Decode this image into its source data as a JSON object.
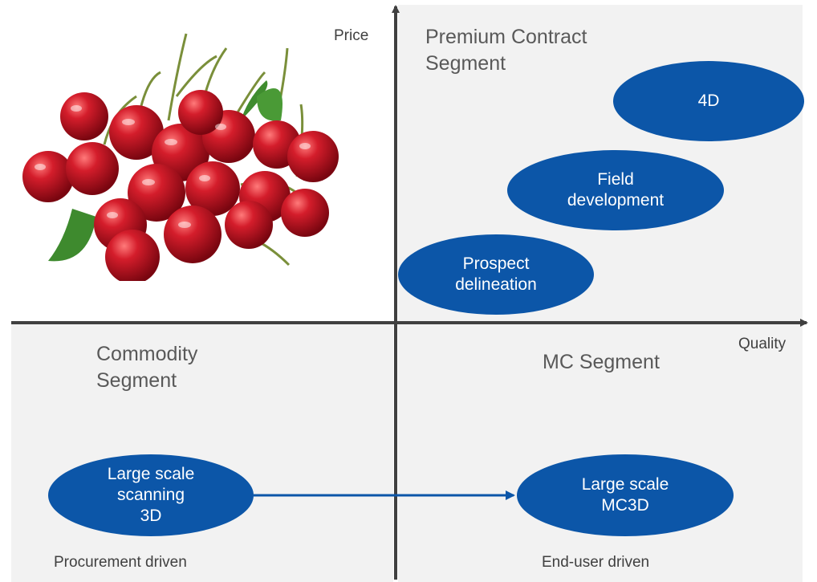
{
  "axes": {
    "y_label": "Price",
    "x_label": "Quality"
  },
  "segments": {
    "premium": "Premium  Contract\nSegment",
    "commodity": "Commodity\nSegment",
    "mc": "MC Segment"
  },
  "nodes": {
    "four_d": "4D",
    "field_development": "Field\ndevelopment",
    "prospect_delineation": "Prospect\ndelineation",
    "large_scale_scanning": "Large scale\nscanning\n3D",
    "large_scale_mc3d": "Large scale\nMC3D"
  },
  "footers": {
    "procurement": "Procurement driven",
    "end_user": "End-user driven"
  },
  "colors": {
    "ellipse_fill": "#0c56a8",
    "quadrant_bg": "#f2f2f2",
    "axis": "#404040",
    "arrow": "#0c56a8",
    "cherry": "#b3111f"
  },
  "image": {
    "subject": "cherries-illustration"
  }
}
